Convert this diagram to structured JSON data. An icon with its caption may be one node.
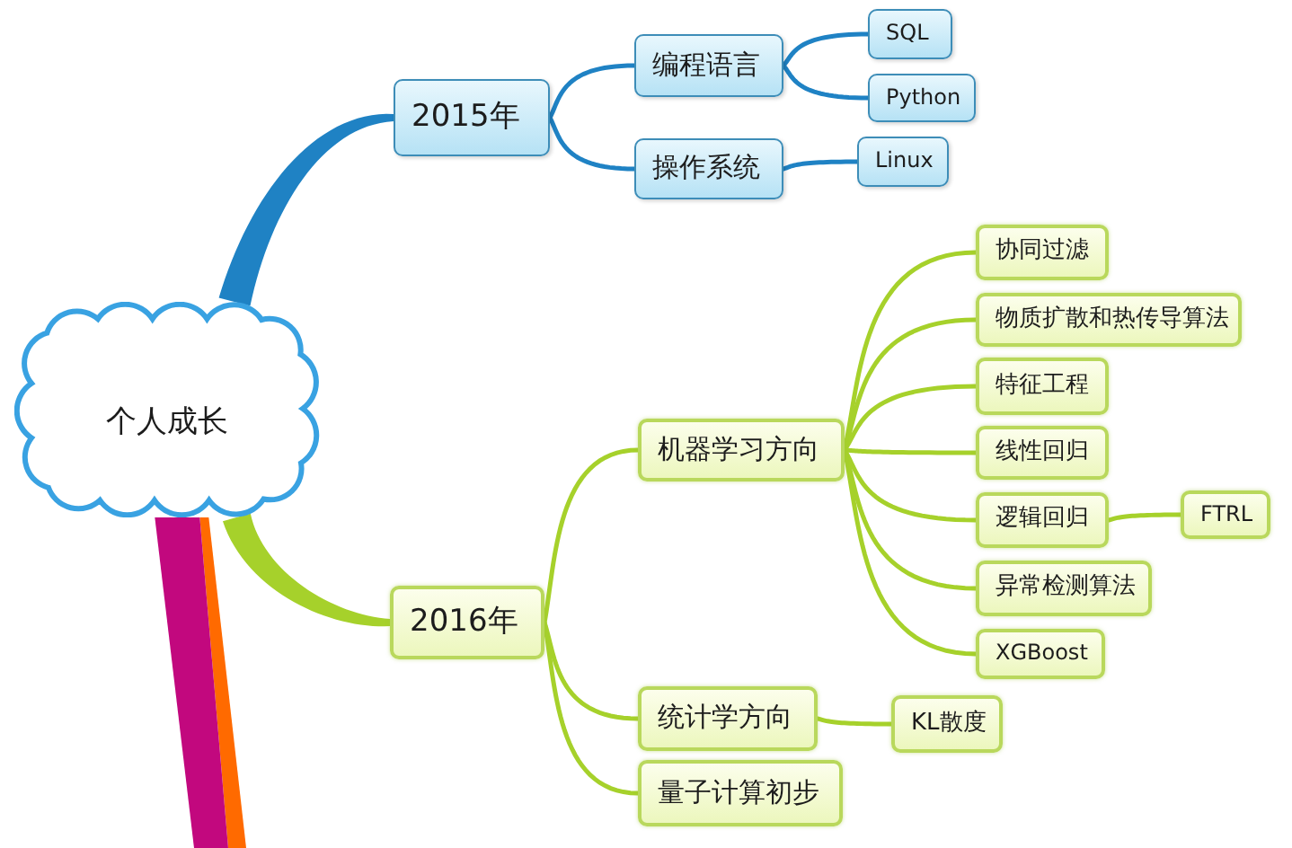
{
  "diagram": {
    "nodes": [
      {
        "text": [
          "个人成长"
        ]
      },
      {
        "text": [
          "2015年"
        ]
      },
      {
        "text": [
          "编程语言"
        ]
      },
      {
        "text": [
          "SQL"
        ]
      },
      {
        "text": [
          "Python"
        ]
      },
      {
        "text": [
          "操作系统"
        ]
      },
      {
        "text": [
          "Linux"
        ]
      },
      {
        "text": [
          "2016年"
        ]
      },
      {
        "text": [
          "机器学习方向"
        ]
      },
      {
        "text": [
          "协同过滤"
        ]
      },
      {
        "text": [
          "物质扩散和热传导算法"
        ]
      },
      {
        "text": [
          "特征工程"
        ]
      },
      {
        "text": [
          "线性回归"
        ]
      },
      {
        "text": [
          "逻辑回归"
        ]
      },
      {
        "text": [
          "FTRL"
        ]
      },
      {
        "text": [
          "异常检测算法"
        ]
      },
      {
        "text": [
          "XGBoost"
        ]
      },
      {
        "text": [
          "统计学方向"
        ]
      },
      {
        "text": [
          "KL散度"
        ]
      },
      {
        "text": [
          "量子计算初步"
        ]
      }
    ],
    "edges": [
      {
        "from": 0,
        "to": 1,
        "arrow": "none",
        "style": "thick",
        "color": "#1f82c4"
      },
      {
        "from": 1,
        "to": 2,
        "arrow": "none",
        "color": "#1f82c4"
      },
      {
        "from": 2,
        "to": 3,
        "arrow": "none",
        "color": "#1f82c4"
      },
      {
        "from": 2,
        "to": 4,
        "arrow": "none",
        "color": "#1f82c4"
      },
      {
        "from": 1,
        "to": 5,
        "arrow": "none",
        "color": "#1f82c4"
      },
      {
        "from": 5,
        "to": 6,
        "arrow": "none",
        "color": "#1f82c4"
      },
      {
        "from": 0,
        "to": 7,
        "arrow": "none",
        "style": "thick"
      },
      {
        "from": 7,
        "to": 8,
        "arrow": "none"
      },
      {
        "from": 8,
        "to": 9,
        "arrow": "none"
      },
      {
        "from": 8,
        "to": 10,
        "arrow": "none"
      },
      {
        "from": 8,
        "to": 11,
        "arrow": "none"
      },
      {
        "from": 8,
        "to": 12,
        "arrow": "none"
      },
      {
        "from": 8,
        "to": 13,
        "arrow": "none"
      },
      {
        "from": 13,
        "to": 14,
        "arrow": "none"
      },
      {
        "from": 8,
        "to": 15,
        "arrow": "none"
      },
      {
        "from": 8,
        "to": 16,
        "arrow": "none"
      },
      {
        "from": 7,
        "to": 17,
        "arrow": "none"
      },
      {
        "from": 17,
        "to": 18,
        "arrow": "none"
      },
      {
        "from": 7,
        "to": 19,
        "arrow": "none"
      },
      {
        "from": 0,
        "to": null,
        "arrow": "none",
        "style": "thick",
        "color": "#ff6a00"
      },
      {
        "from": 0,
        "to": null,
        "arrow": "none",
        "style": "thick",
        "color": "#c2087e"
      }
    ]
  }
}
